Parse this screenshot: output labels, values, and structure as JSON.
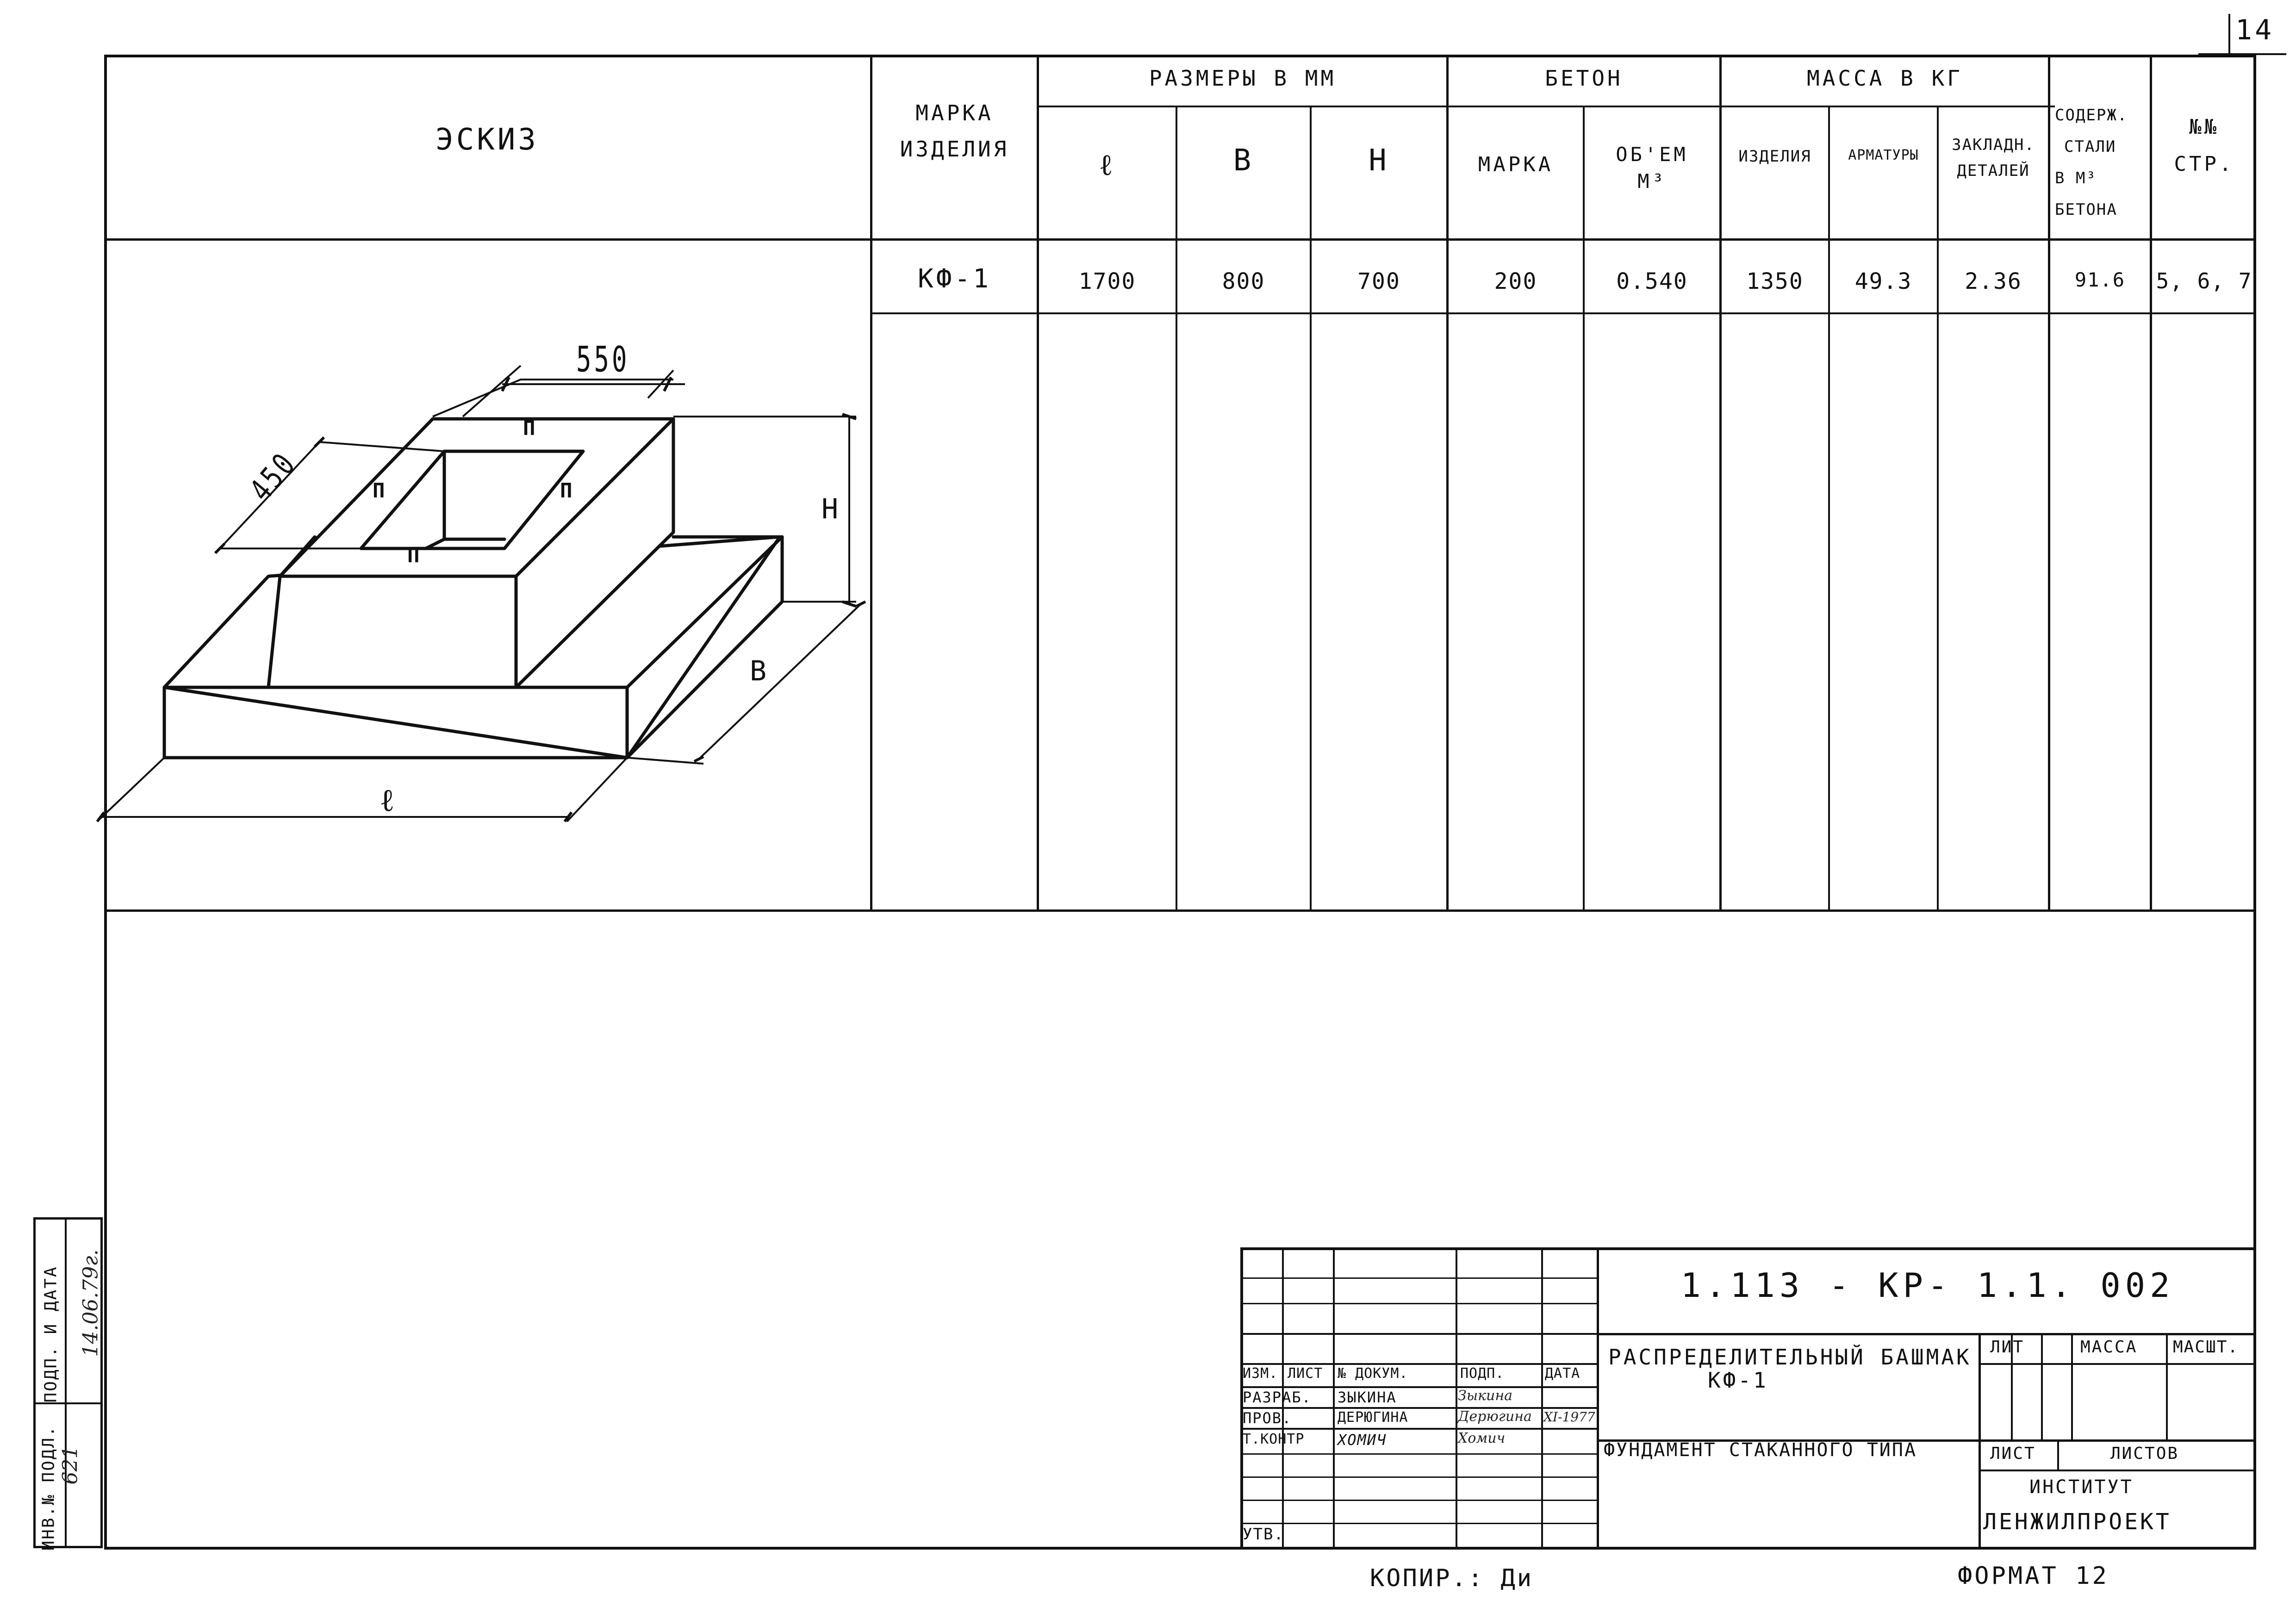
{
  "sheet_number": "14",
  "table": {
    "header": {
      "sketch": "ЭСКИЗ",
      "mark_line1": "МАРКА",
      "mark_line2": "ИЗДЕЛИЯ",
      "dims_group": "РАЗМЕРЫ В ММ",
      "dim_l": "ℓ",
      "dim_b": "В",
      "dim_h": "Н",
      "concrete_group": "БЕТОН",
      "concrete_grade": "МАРКА",
      "concrete_volume_line1": "ОБ'ЕМ",
      "concrete_volume_line2": "М³",
      "mass_group": "МАССА В КГ",
      "mass_product": "ИЗДЕЛИЯ",
      "mass_rebar": "АРМАТУРЫ",
      "mass_embedded_line1": "ЗАКЛАДН.",
      "mass_embedded_line2": "ДЕТАЛЕЙ",
      "steel_line1": "СОДЕРЖ.",
      "steel_line2": "СТАЛИ",
      "steel_line3": "В М³",
      "steel_line4": "БЕТОНА",
      "pages_line1": "№№",
      "pages_line2": "СТР."
    },
    "row": {
      "mark": "КФ-1",
      "l": "1700",
      "b": "800",
      "h": "700",
      "grade": "200",
      "volume": "0.540",
      "mass_product": "1350",
      "mass_rebar": "49.3",
      "mass_embedded": "2.36",
      "steel": "91.6",
      "pages": "5, 6, 7"
    }
  },
  "sketch": {
    "dim_550": "550",
    "dim_450": "450",
    "label_H": "Н",
    "label_b": "В",
    "label_l": "ℓ",
    "marker_p": "П"
  },
  "stamp_side": {
    "inv": "ИНВ.№ ПОДЛ.",
    "inv_value": "621",
    "sign_date": "ПОДП. И ДАТА",
    "sign_date_value": "14.06.79г."
  },
  "title_block": {
    "code": "1.113 - КР- 1.1. 002",
    "title_line1": "РАСПРЕДЕЛИТЕЛЬНЫЙ БАШМАК",
    "title_line2": "КФ-1",
    "subtitle": "ФУНДАМЕНТ СТАКАННОГО ТИПА",
    "lit": "ЛИТ",
    "mass": "МАССА",
    "scale": "МАСШТ.",
    "sheet": "ЛИСТ",
    "sheets": "ЛИСТОВ",
    "org_line1": "ИНСТИТУТ",
    "org_line2": "ЛЕНЖИЛПРОЕКТ",
    "col_izm": "ИЗМ.",
    "col_list": "ЛИСТ",
    "col_doc": "№ ДОКУМ.",
    "col_sign": "ПОДП.",
    "col_date": "ДАТА",
    "row_razrab": "РАЗРАБ.",
    "row_razrab_name": "ЗЫКИНА",
    "row_prov": "ПРОВ.",
    "row_prov_name": "ДЕРЮГИНА",
    "row_tkontr": "Т.КОНТР",
    "row_tkontr_name": "ХОМИЧ",
    "row_utv": "УТВ.",
    "sig1": "Зыкина",
    "sig2": "Дерюгина",
    "sig3": "Хомич",
    "date_value": "XI-1977"
  },
  "footer": {
    "copied": "КОПИР.: Ди",
    "format": "ФОРМАТ 12"
  }
}
